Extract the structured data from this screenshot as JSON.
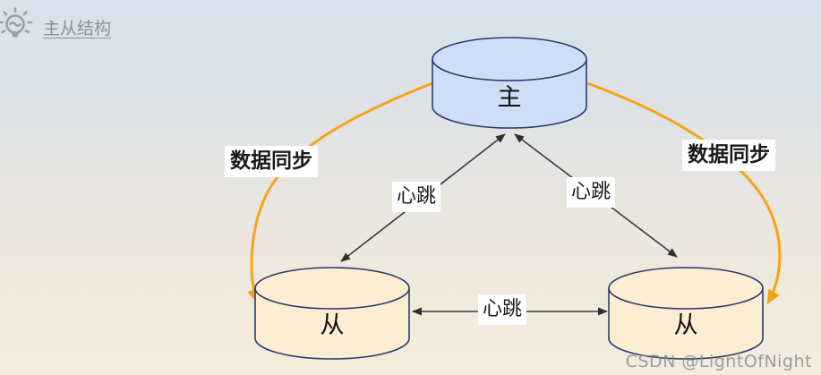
{
  "header": {
    "icon": "lightbulb-icon",
    "title": "主从结构"
  },
  "diagram": {
    "type": "master-slave-topology",
    "nodes": [
      {
        "id": "master",
        "label": "主",
        "shape": "cylinder",
        "fill": "#cfdef8",
        "stroke": "#2b3a70"
      },
      {
        "id": "slave-left",
        "label": "从",
        "shape": "cylinder",
        "fill": "#fdeed3",
        "stroke": "#2b3a70"
      },
      {
        "id": "slave-right",
        "label": "从",
        "shape": "cylinder",
        "fill": "#fdeed3",
        "stroke": "#2b3a70"
      }
    ],
    "edges": [
      {
        "from": "master",
        "to": "slave-left",
        "label": "心跳",
        "style": "straight-bidirectional",
        "color": "#333333"
      },
      {
        "from": "master",
        "to": "slave-right",
        "label": "心跳",
        "style": "straight-bidirectional",
        "color": "#333333"
      },
      {
        "from": "slave-left",
        "to": "slave-right",
        "label": "心跳",
        "style": "straight-bidirectional",
        "color": "#333333"
      },
      {
        "from": "master",
        "to": "slave-left",
        "label": "数据同步",
        "style": "curved-arrow",
        "color": "#f7a318"
      },
      {
        "from": "master",
        "to": "slave-right",
        "label": "数据同步",
        "style": "curved-arrow",
        "color": "#f7a318"
      }
    ]
  },
  "colors": {
    "accent_orange": "#f7a318",
    "master_fill": "#cfdef8",
    "slave_fill": "#fdeed3",
    "node_stroke": "#2b3a70",
    "background_top": "#d8e2ec",
    "background_bottom": "#f4ecdd"
  },
  "watermark": {
    "text": "CSDN @LightOfNight"
  }
}
